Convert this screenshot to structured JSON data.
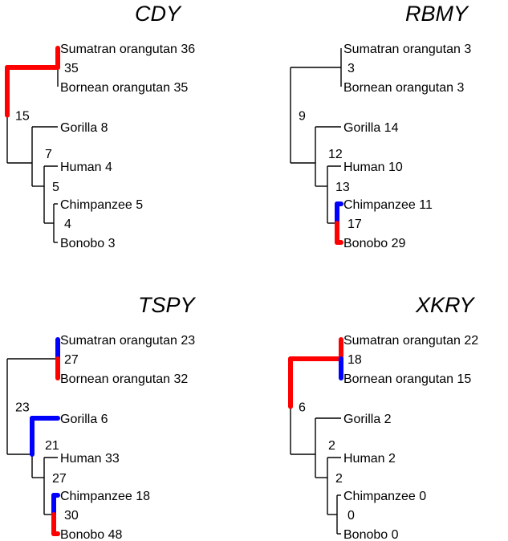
{
  "colors": {
    "black": "#000000",
    "red": "#ff0000",
    "blue": "#0000ff"
  },
  "panels": [
    {
      "title": "CDY",
      "leaves": [
        {
          "name": "Sumatran orangutan",
          "count": "36"
        },
        {
          "name": "Bornean orangutan",
          "count": "35"
        },
        {
          "name": "Gorilla",
          "count": "8"
        },
        {
          "name": "Human",
          "count": "4"
        },
        {
          "name": "Chimpanzee",
          "count": "5"
        },
        {
          "name": "Bonobo",
          "count": "3"
        }
      ],
      "nodes": {
        "root": "15",
        "orangutan": "35",
        "african": "7",
        "pan_human": "5",
        "pan": "4"
      },
      "edges": [
        {
          "id": "root-orang",
          "color": "red",
          "weight": "thick"
        },
        {
          "id": "orang-sum",
          "color": "red",
          "weight": "thick"
        },
        {
          "id": "orang-bor",
          "color": "black",
          "weight": "thin"
        },
        {
          "id": "root-african",
          "color": "black",
          "weight": "thin"
        },
        {
          "id": "african-gor",
          "color": "black",
          "weight": "thin"
        },
        {
          "id": "african-ph",
          "color": "black",
          "weight": "thin"
        },
        {
          "id": "ph-hum",
          "color": "black",
          "weight": "thin"
        },
        {
          "id": "ph-pan",
          "color": "black",
          "weight": "thin"
        },
        {
          "id": "pan-chi",
          "color": "black",
          "weight": "thin"
        },
        {
          "id": "pan-bon",
          "color": "black",
          "weight": "thin"
        }
      ]
    },
    {
      "title": "RBMY",
      "leaves": [
        {
          "name": "Sumatran orangutan",
          "count": "3"
        },
        {
          "name": "Bornean orangutan",
          "count": "3"
        },
        {
          "name": "Gorilla",
          "count": "14"
        },
        {
          "name": "Human",
          "count": "10"
        },
        {
          "name": "Chimpanzee",
          "count": "11"
        },
        {
          "name": "Bonobo",
          "count": "29"
        }
      ],
      "nodes": {
        "root": "9",
        "orangutan": "3",
        "african": "12",
        "pan_human": "13",
        "pan": "17"
      },
      "edges": [
        {
          "id": "root-orang",
          "color": "black",
          "weight": "thin"
        },
        {
          "id": "orang-sum",
          "color": "black",
          "weight": "thin"
        },
        {
          "id": "orang-bor",
          "color": "black",
          "weight": "thin"
        },
        {
          "id": "root-african",
          "color": "black",
          "weight": "thin"
        },
        {
          "id": "african-gor",
          "color": "black",
          "weight": "thin"
        },
        {
          "id": "african-ph",
          "color": "black",
          "weight": "thin"
        },
        {
          "id": "ph-hum",
          "color": "black",
          "weight": "thin"
        },
        {
          "id": "ph-pan",
          "color": "black",
          "weight": "thin"
        },
        {
          "id": "pan-chi",
          "color": "blue",
          "weight": "thick"
        },
        {
          "id": "pan-bon",
          "color": "red",
          "weight": "thick"
        }
      ]
    },
    {
      "title": "TSPY",
      "leaves": [
        {
          "name": "Sumatran orangutan",
          "count": "23"
        },
        {
          "name": "Bornean orangutan",
          "count": "32"
        },
        {
          "name": "Gorilla",
          "count": "6"
        },
        {
          "name": "Human",
          "count": "33"
        },
        {
          "name": "Chimpanzee",
          "count": "18"
        },
        {
          "name": "Bonobo",
          "count": "48"
        }
      ],
      "nodes": {
        "root": "23",
        "orangutan": "27",
        "african": "21",
        "pan_human": "27",
        "pan": "30"
      },
      "edges": [
        {
          "id": "root-orang",
          "color": "black",
          "weight": "thin"
        },
        {
          "id": "orang-sum",
          "color": "blue",
          "weight": "thick"
        },
        {
          "id": "orang-bor",
          "color": "red",
          "weight": "thick"
        },
        {
          "id": "root-african",
          "color": "black",
          "weight": "thin"
        },
        {
          "id": "african-gor",
          "color": "blue",
          "weight": "thick"
        },
        {
          "id": "african-ph",
          "color": "black",
          "weight": "thin"
        },
        {
          "id": "ph-hum",
          "color": "black",
          "weight": "thin"
        },
        {
          "id": "ph-pan",
          "color": "black",
          "weight": "thin"
        },
        {
          "id": "pan-chi",
          "color": "blue",
          "weight": "thick"
        },
        {
          "id": "pan-bon",
          "color": "red",
          "weight": "thick"
        }
      ]
    },
    {
      "title": "XKRY",
      "leaves": [
        {
          "name": "Sumatran orangutan",
          "count": "22"
        },
        {
          "name": "Bornean orangutan",
          "count": "15"
        },
        {
          "name": "Gorilla",
          "count": "2"
        },
        {
          "name": "Human",
          "count": "2"
        },
        {
          "name": "Chimpanzee",
          "count": "0"
        },
        {
          "name": "Bonobo",
          "count": "0"
        }
      ],
      "nodes": {
        "root": "6",
        "orangutan": "18",
        "african": "2",
        "pan_human": "2",
        "pan": "0"
      },
      "edges": [
        {
          "id": "root-orang",
          "color": "red",
          "weight": "thick"
        },
        {
          "id": "orang-sum",
          "color": "red",
          "weight": "thick"
        },
        {
          "id": "orang-bor",
          "color": "blue",
          "weight": "thick"
        },
        {
          "id": "root-african",
          "color": "black",
          "weight": "thin"
        },
        {
          "id": "african-gor",
          "color": "black",
          "weight": "thin"
        },
        {
          "id": "african-ph",
          "color": "black",
          "weight": "thin"
        },
        {
          "id": "ph-hum",
          "color": "black",
          "weight": "thin"
        },
        {
          "id": "ph-pan",
          "color": "black",
          "weight": "thin"
        },
        {
          "id": "pan-chi",
          "color": "black",
          "weight": "thin"
        },
        {
          "id": "pan-bon",
          "color": "black",
          "weight": "thin"
        }
      ]
    }
  ]
}
